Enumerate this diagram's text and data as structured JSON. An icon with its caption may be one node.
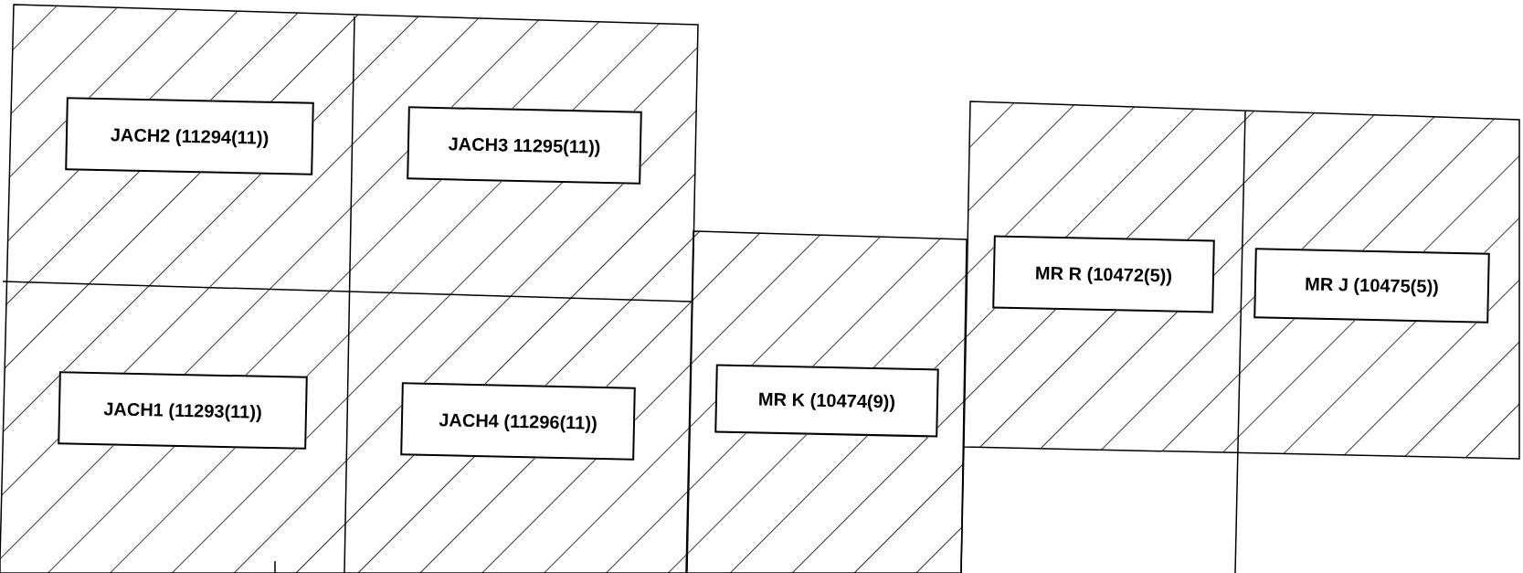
{
  "diagram": {
    "nodes": [
      {
        "text": [
          "JACH2 (11294(11))"
        ]
      },
      {
        "text": [
          "JACH3 11295(11))"
        ]
      },
      {
        "text": [
          "JACH1 (11293(11))"
        ]
      },
      {
        "text": [
          "JACH4 (11296(11))"
        ]
      },
      {
        "text": [
          "MR K (10474(9))"
        ]
      },
      {
        "text": [
          "MR R (10472(5))"
        ]
      },
      {
        "text": [
          "MR J (10475(5))"
        ]
      }
    ]
  }
}
